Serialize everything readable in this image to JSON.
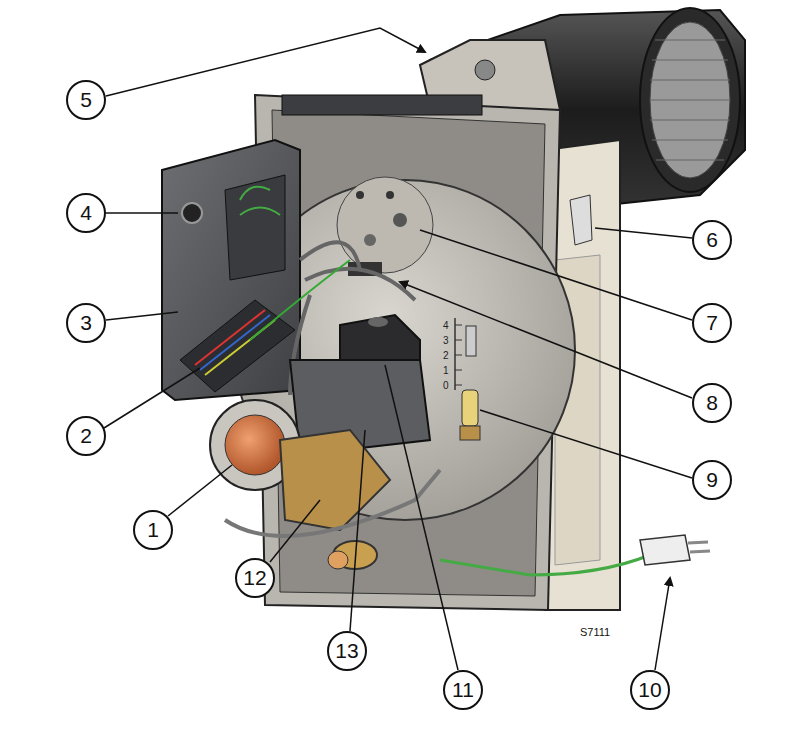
{
  "diagram": {
    "labels": [
      "5",
      "4",
      "6",
      "3",
      "7",
      "8",
      "2",
      "9",
      "1",
      "12",
      "13",
      "11",
      "10",
      "S7111",
      "4",
      "3",
      "2",
      "1",
      "0"
    ]
  }
}
